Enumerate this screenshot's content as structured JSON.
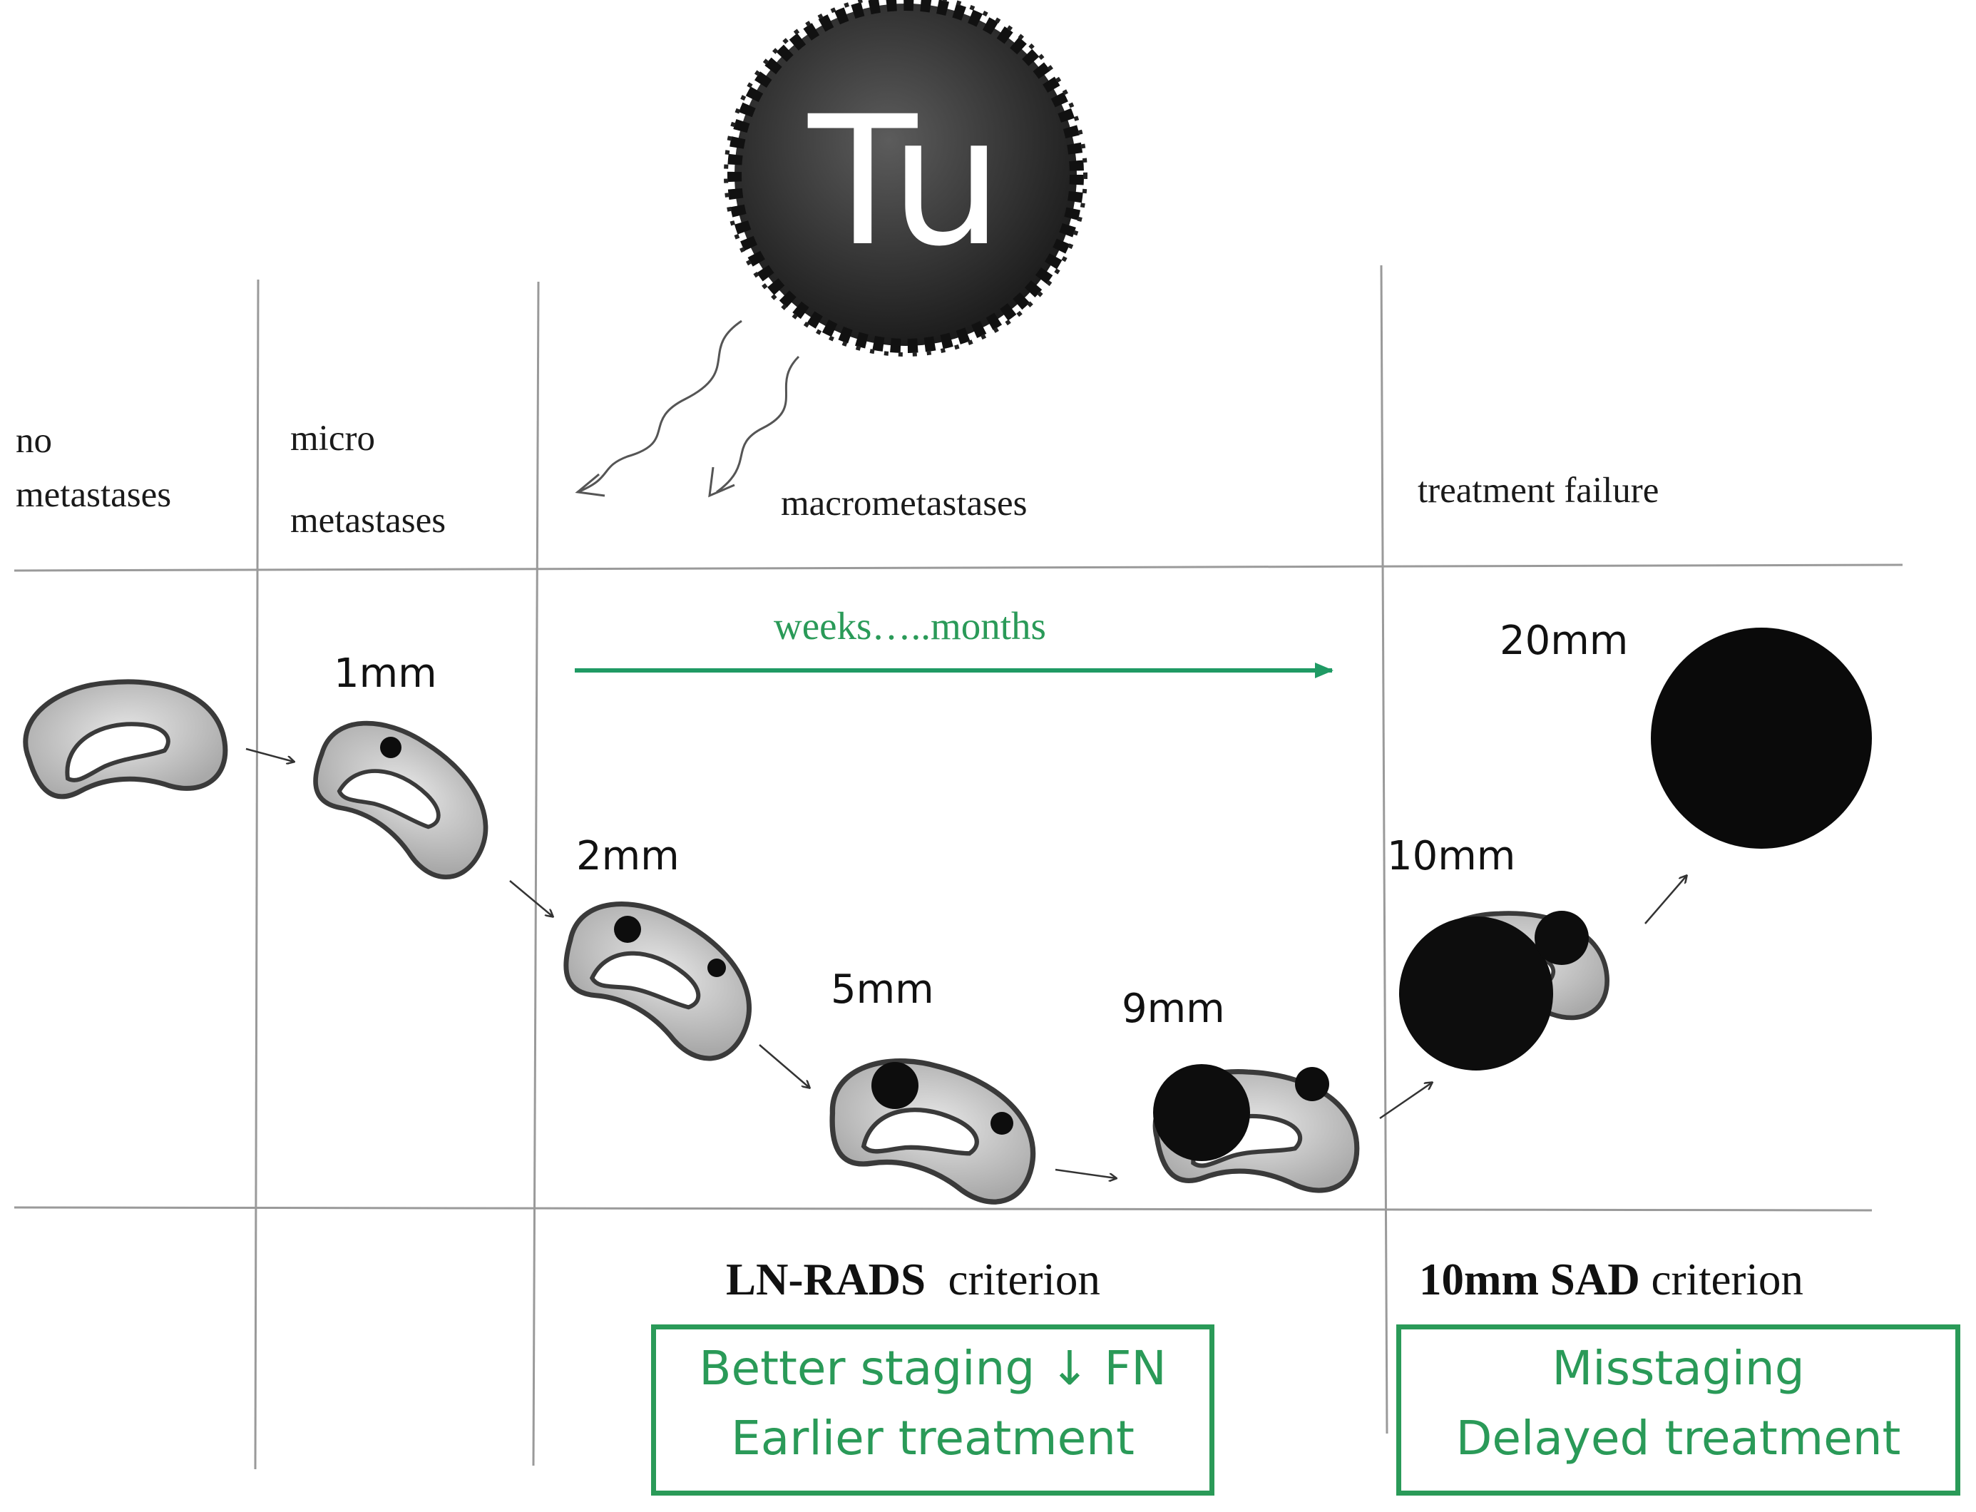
{
  "tumor": {
    "label": "Tu"
  },
  "columns": {
    "no_metastases": {
      "line1": "no",
      "line2": "metastases"
    },
    "micro_metastases": {
      "line1": "micro",
      "line2": "metastases"
    },
    "macrometastases": {
      "label": "macrometastases"
    },
    "treatment_failure": {
      "label": "treatment failure"
    }
  },
  "timeline": {
    "label": "weeks…..months"
  },
  "node_sizes": [
    "1mm",
    "2mm",
    "5mm",
    "9mm",
    "10mm",
    "20mm"
  ],
  "criteria": {
    "lnrads": {
      "bold": "LN-RADS",
      "rest": "criterion"
    },
    "sad": {
      "bold": "10mm SAD",
      "rest": "criterion"
    }
  },
  "outcome_boxes": {
    "lnrads": {
      "line1": "Better staging ↓ FN",
      "line2": "Earlier treatment"
    },
    "sad": {
      "line1": "Misstaging",
      "line2": "Delayed treatment"
    }
  },
  "colors": {
    "accent_green": "#2a9a58",
    "node_fill": "#d2d2d2",
    "metastasis": "#0d0d0d",
    "grid": "#9a9a9a"
  }
}
